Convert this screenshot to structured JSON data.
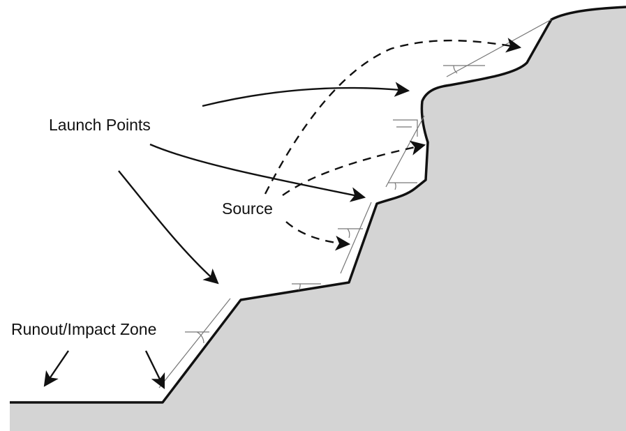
{
  "labels": {
    "launch_points": "Launch Points",
    "source": "Source",
    "runout_zone": "Runout/Impact Zone"
  },
  "colors": {
    "ground_fill": "#d4d4d4",
    "ground_edge": "#111111",
    "arrow_solid": "#111111",
    "arrow_dashed": "#111111",
    "angle_marks": "#777777",
    "background": "#ffffff"
  },
  "legend_semantics": {
    "solid_arrows": "point to launch points and runout/impact zone",
    "dashed_arrows": "paths from source to launch points"
  }
}
